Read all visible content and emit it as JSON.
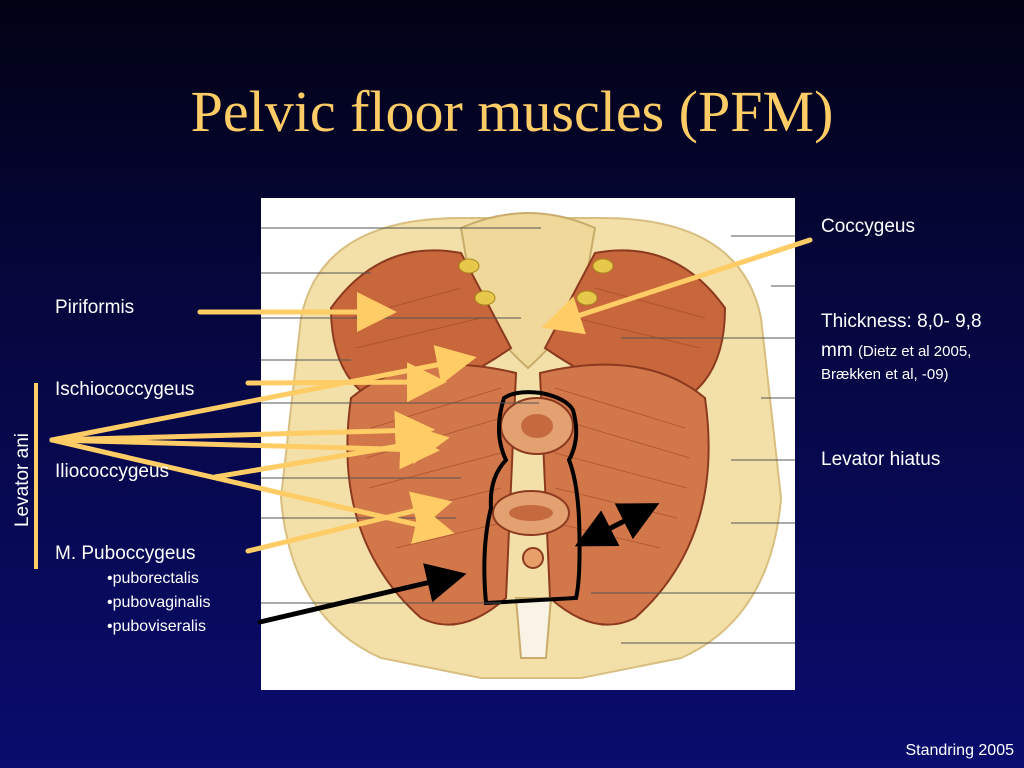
{
  "slide": {
    "title": "Pelvic floor muscles (PFM)",
    "credit": "Standring 2005"
  },
  "labels": {
    "piriformis": "Piriformis",
    "ischiococcygeus": "Ischiococcygeus",
    "iliococcygeus": "Iliococcygeus",
    "pubococcygeus": "M. Puboccygeus",
    "sub_items": [
      "•puborectalis",
      "•pubovaginalis",
      "•puboviseralis"
    ],
    "levator_ani": "Levator ani",
    "coccygeus": "Coccygeus",
    "thickness_main": "Thickness: 8,0- 9,8",
    "thickness_unit": "mm",
    "thickness_ref_1": "(Dietz et al 2005,",
    "thickness_ref_2": "Brækken et al,  -09)",
    "levator_hiatus": "Levator hiatus"
  },
  "colors": {
    "title": "#ffcc66",
    "arrow": "#ffcc66",
    "text": "#ffffff",
    "background_top": "#020214",
    "background_bottom": "#0a0c6e"
  }
}
